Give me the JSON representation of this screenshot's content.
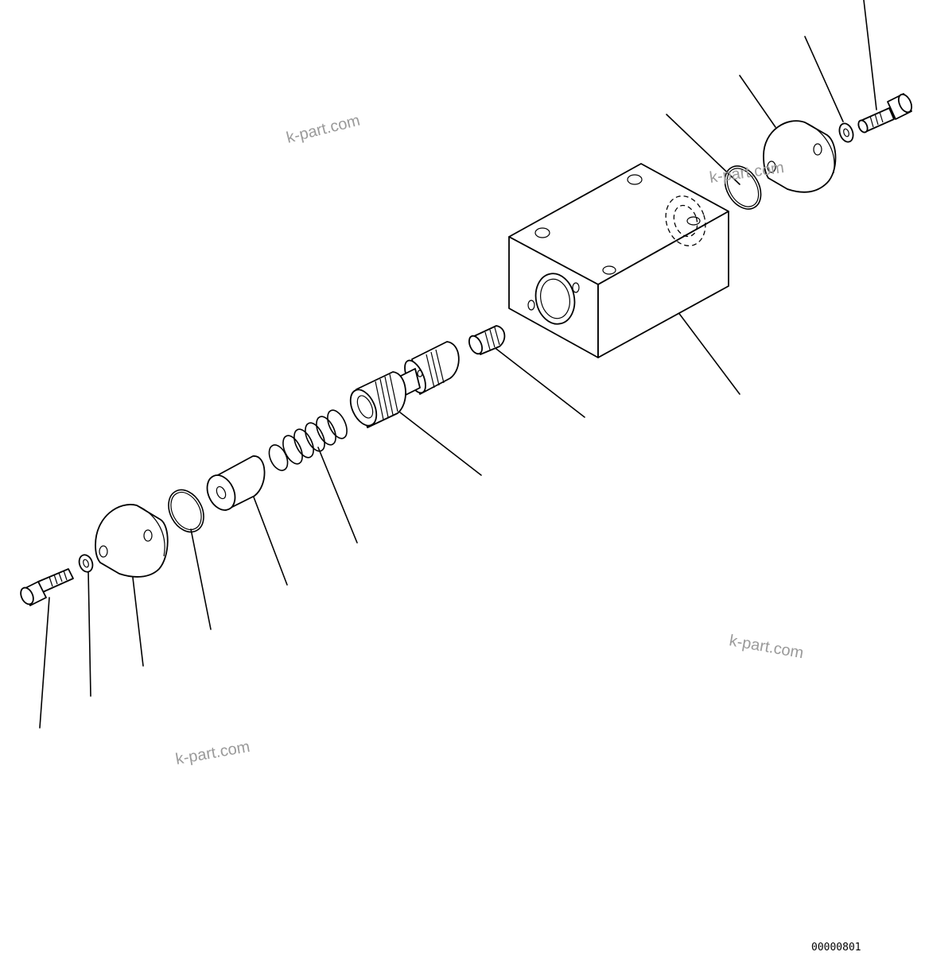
{
  "diagram": {
    "watermark": "k-part.com",
    "drawing_code": "00000801",
    "parts": [
      {
        "id": "bolt-left",
        "icon": "bolt-icon"
      },
      {
        "id": "washer-left",
        "icon": "washer-icon"
      },
      {
        "id": "cover-left",
        "icon": "cover-plate-icon"
      },
      {
        "id": "o-ring-left",
        "icon": "o-ring-icon"
      },
      {
        "id": "sleeve",
        "icon": "sleeve-icon"
      },
      {
        "id": "spring",
        "icon": "spring-icon"
      },
      {
        "id": "spool",
        "icon": "spool-icon"
      },
      {
        "id": "plug",
        "icon": "plug-icon"
      },
      {
        "id": "valve-body",
        "icon": "valve-body-icon"
      },
      {
        "id": "o-ring-right",
        "icon": "o-ring-icon"
      },
      {
        "id": "cover-right",
        "icon": "cover-plate-icon"
      },
      {
        "id": "washer-right",
        "icon": "washer-icon"
      },
      {
        "id": "bolt-right",
        "icon": "bolt-icon"
      }
    ]
  }
}
